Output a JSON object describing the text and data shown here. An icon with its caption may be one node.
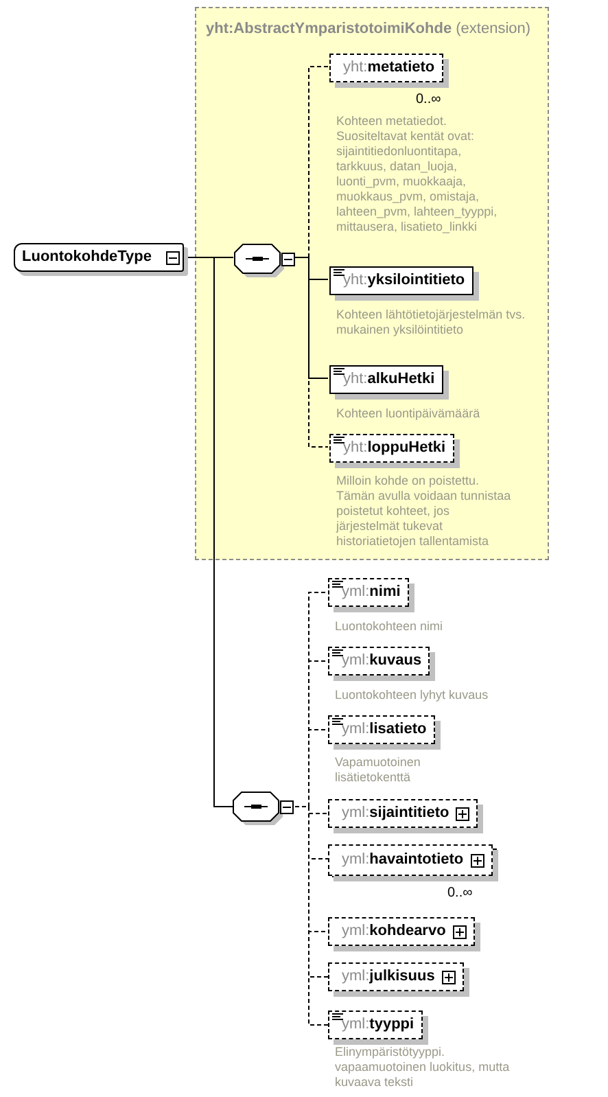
{
  "diagram": {
    "nodes": [
      {
        "text": [
          "LuontokohdeType"
        ]
      },
      {
        "text": [
          "**yht:AbstractYmparistotoimiKohde** (extension)"
        ]
      },
      {
        "text": [],
        "shape": "octagon",
        "in": 1
      },
      {
        "text": [
          "yht:**metatieto**"
        ],
        "in": 1,
        "beside": [
          "0..∞",
          "Kohteen metatiedot. Suositeltavat kentät ovat: sijaintitiedonluontitapa, tarkkuus, datan_luoja, luonti_pvm, muokkaaja, muokkaus_pvm, omistaja, lahteen_pvm, lahteen_tyyppi, mittausera, lisatieto_linkki"
        ]
      },
      {
        "text": [
          "yht:**yksilointitieto**"
        ],
        "in": 1,
        "beside": [
          "Kohteen lähtötietojärjestelmän tvs. mukainen yksilöintitieto"
        ]
      },
      {
        "text": [
          "yht:**alkuHetki**"
        ],
        "in": 1,
        "beside": [
          "Kohteen luontipäivämäärä"
        ]
      },
      {
        "text": [
          "yht:**loppuHetki**"
        ],
        "in": 1,
        "beside": [
          "Milloin kohde on poistettu. Tämän avulla voidaan tunnistaa poistetut kohteet, jos järjestelmät tukevat historiatietojen tallentamista"
        ]
      },
      {
        "text": [],
        "shape": "octagon"
      },
      {
        "text": [
          "yml:**nimi**"
        ],
        "beside": [
          "Luontokohteen nimi"
        ]
      },
      {
        "text": [
          "yml:**kuvaus**"
        ],
        "beside": [
          "Luontokohteen lyhyt kuvaus"
        ]
      },
      {
        "text": [
          "yml:**lisatieto**"
        ],
        "beside": [
          "Vapamuotoinen lisätietokenttä"
        ]
      },
      {
        "text": [
          "yml:**sijaintitieto**"
        ]
      },
      {
        "text": [
          "yml:**havaintotieto**"
        ],
        "beside": [
          "0..∞"
        ]
      },
      {
        "text": [
          "yml:**kohdearvo**"
        ]
      },
      {
        "text": [
          "yml:**julkisuus**"
        ]
      },
      {
        "text": [
          "yml:**tyyppi**"
        ],
        "beside": [
          "Elinympäristötyyppi. vapaamuotoinen luokitus, mutta kuvaava teksti"
        ]
      }
    ],
    "edges": [
      {
        "from": 0,
        "to": 2,
        "arrow": "none"
      },
      {
        "from": 0,
        "to": 7,
        "arrow": "none"
      },
      {
        "from": 2,
        "to": 3,
        "arrow": "none",
        "style": "dashed"
      },
      {
        "from": 2,
        "to": 4,
        "arrow": "none"
      },
      {
        "from": 2,
        "to": 5,
        "arrow": "none"
      },
      {
        "from": 2,
        "to": 6,
        "arrow": "none",
        "style": "dashed"
      },
      {
        "from": 7,
        "to": 8,
        "arrow": "none",
        "style": "dashed"
      },
      {
        "from": 7,
        "to": 9,
        "arrow": "none",
        "style": "dashed"
      },
      {
        "from": 7,
        "to": 10,
        "arrow": "none",
        "style": "dashed"
      },
      {
        "from": 7,
        "to": 11,
        "arrow": "none",
        "style": "dashed"
      },
      {
        "from": 7,
        "to": 12,
        "arrow": "none",
        "style": "dashed"
      },
      {
        "from": 7,
        "to": 13,
        "arrow": "none",
        "style": "dashed"
      },
      {
        "from": 7,
        "to": 14,
        "arrow": "none",
        "style": "dashed"
      },
      {
        "from": 7,
        "to": 15,
        "arrow": "none",
        "style": "dashed"
      }
    ]
  }
}
